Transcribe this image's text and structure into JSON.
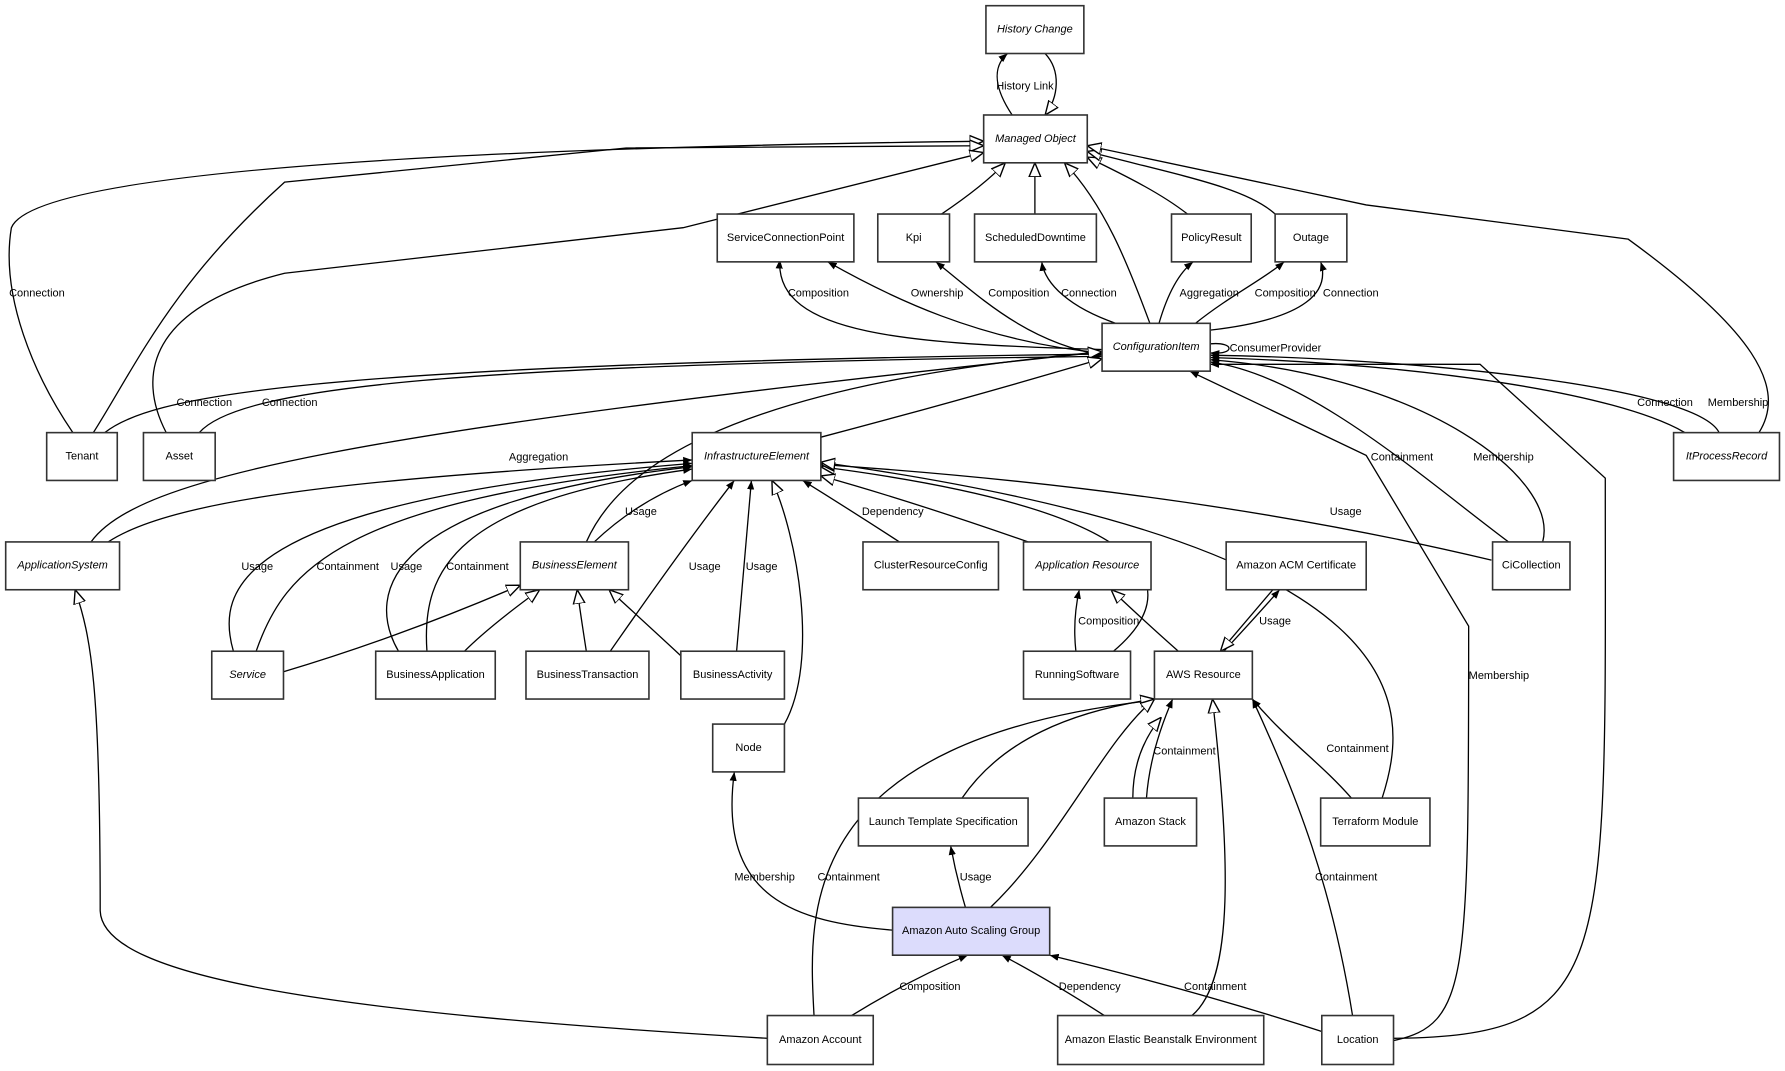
{
  "diagram": {
    "title": "Amazon Auto Scaling Group class relationships",
    "highlight_color": "#dcdcfc",
    "nodes": [
      {
        "id": "history_change",
        "label": "History Change",
        "abstract": true
      },
      {
        "id": "managed_object",
        "label": "Managed Object",
        "abstract": true
      },
      {
        "id": "service_connection_point",
        "label": "ServiceConnectionPoint",
        "abstract": false
      },
      {
        "id": "kpi",
        "label": "Kpi",
        "abstract": false
      },
      {
        "id": "scheduled_downtime",
        "label": "ScheduledDowntime",
        "abstract": false
      },
      {
        "id": "policy_result",
        "label": "PolicyResult",
        "abstract": false
      },
      {
        "id": "outage",
        "label": "Outage",
        "abstract": false
      },
      {
        "id": "configuration_item",
        "label": "ConfigurationItem",
        "abstract": true
      },
      {
        "id": "tenant",
        "label": "Tenant",
        "abstract": false
      },
      {
        "id": "asset",
        "label": "Asset",
        "abstract": false
      },
      {
        "id": "infrastructure_element",
        "label": "InfrastructureElement",
        "abstract": true
      },
      {
        "id": "it_process_record",
        "label": "ItProcessRecord",
        "abstract": true
      },
      {
        "id": "application_system",
        "label": "ApplicationSystem",
        "abstract": true
      },
      {
        "id": "business_element",
        "label": "BusinessElement",
        "abstract": true
      },
      {
        "id": "cluster_resource_config",
        "label": "ClusterResourceConfig",
        "abstract": false
      },
      {
        "id": "application_resource",
        "label": "Application Resource",
        "abstract": true
      },
      {
        "id": "amazon_acm_certificate",
        "label": "Amazon ACM Certificate",
        "abstract": false
      },
      {
        "id": "ci_collection",
        "label": "CiCollection",
        "abstract": false
      },
      {
        "id": "service",
        "label": "Service",
        "abstract": true
      },
      {
        "id": "business_application",
        "label": "BusinessApplication",
        "abstract": false
      },
      {
        "id": "business_transaction",
        "label": "BusinessTransaction",
        "abstract": false
      },
      {
        "id": "business_activity",
        "label": "BusinessActivity",
        "abstract": false
      },
      {
        "id": "running_software",
        "label": "RunningSoftware",
        "abstract": false
      },
      {
        "id": "aws_resource",
        "label": "AWS Resource",
        "abstract": false
      },
      {
        "id": "node",
        "label": "Node",
        "abstract": false
      },
      {
        "id": "launch_template_specification",
        "label": "Launch Template Specification",
        "abstract": false
      },
      {
        "id": "amazon_stack",
        "label": "Amazon Stack",
        "abstract": false
      },
      {
        "id": "terraform_module",
        "label": "Terraform Module",
        "abstract": false
      },
      {
        "id": "amazon_auto_scaling_group",
        "label": "Amazon Auto Scaling Group",
        "abstract": false,
        "highlighted": true
      },
      {
        "id": "amazon_account",
        "label": "Amazon Account",
        "abstract": false
      },
      {
        "id": "amazon_elastic_beanstalk_environment",
        "label": "Amazon Elastic Beanstalk Environment",
        "abstract": false
      },
      {
        "id": "location",
        "label": "Location",
        "abstract": false
      }
    ],
    "edges": [
      {
        "from": "managed_object",
        "to": "history_change",
        "label": "History Link",
        "type": "association"
      },
      {
        "from": "history_change",
        "to": "managed_object",
        "label": "",
        "type": "inheritance"
      },
      {
        "from": "tenant",
        "to": "managed_object",
        "label": "Connection",
        "type": "inheritance"
      },
      {
        "from": "tenant",
        "to": "managed_object",
        "label": "",
        "type": "inheritance"
      },
      {
        "from": "asset",
        "to": "managed_object",
        "label": "",
        "type": "inheritance"
      },
      {
        "from": "kpi",
        "to": "managed_object",
        "label": "",
        "type": "inheritance"
      },
      {
        "from": "scheduled_downtime",
        "to": "managed_object",
        "label": "",
        "type": "inheritance"
      },
      {
        "from": "configuration_item",
        "to": "managed_object",
        "label": "",
        "type": "inheritance"
      },
      {
        "from": "policy_result",
        "to": "managed_object",
        "label": "",
        "type": "inheritance"
      },
      {
        "from": "outage",
        "to": "managed_object",
        "label": "",
        "type": "inheritance"
      },
      {
        "from": "it_process_record",
        "to": "managed_object",
        "label": "",
        "type": "inheritance"
      },
      {
        "from": "configuration_item",
        "to": "service_connection_point",
        "label": "Composition",
        "type": "association"
      },
      {
        "from": "configuration_item",
        "to": "service_connection_point",
        "label": "Ownership",
        "type": "association"
      },
      {
        "from": "configuration_item",
        "to": "kpi",
        "label": "Composition",
        "type": "association"
      },
      {
        "from": "configuration_item",
        "to": "scheduled_downtime",
        "label": "Connection",
        "type": "association"
      },
      {
        "from": "configuration_item",
        "to": "policy_result",
        "label": "Aggregation",
        "type": "association"
      },
      {
        "from": "configuration_item",
        "to": "outage",
        "label": "Composition",
        "type": "association"
      },
      {
        "from": "configuration_item",
        "to": "outage",
        "label": "Connection",
        "type": "association"
      },
      {
        "from": "configuration_item",
        "to": "configuration_item",
        "label": "ConsumerProvider",
        "type": "association"
      },
      {
        "from": "tenant",
        "to": "configuration_item",
        "label": "Connection",
        "type": "association"
      },
      {
        "from": "asset",
        "to": "configuration_item",
        "label": "Connection",
        "type": "association"
      },
      {
        "from": "it_process_record",
        "to": "configuration_item",
        "label": "Connection",
        "type": "association"
      },
      {
        "from": "it_process_record",
        "to": "configuration_item",
        "label": "Membership",
        "type": "association"
      },
      {
        "from": "ci_collection",
        "to": "configuration_item",
        "label": "Containment",
        "type": "association"
      },
      {
        "from": "ci_collection",
        "to": "configuration_item",
        "label": "Membership",
        "type": "association"
      },
      {
        "from": "location",
        "to": "configuration_item",
        "label": "Membership",
        "type": "association"
      },
      {
        "from": "location",
        "to": "configuration_item",
        "label": "",
        "type": "association"
      },
      {
        "from": "application_system",
        "to": "configuration_item",
        "label": "",
        "type": "inheritance"
      },
      {
        "from": "business_element",
        "to": "configuration_item",
        "label": "",
        "type": "inheritance"
      },
      {
        "from": "infrastructure_element",
        "to": "configuration_item",
        "label": "",
        "type": "inheritance"
      },
      {
        "from": "application_system",
        "to": "infrastructure_element",
        "label": "Aggregation",
        "type": "association"
      },
      {
        "from": "service",
        "to": "infrastructure_element",
        "label": "Usage",
        "type": "association"
      },
      {
        "from": "service",
        "to": "infrastructure_element",
        "label": "Containment",
        "type": "association"
      },
      {
        "from": "business_application",
        "to": "infrastructure_element",
        "label": "Usage",
        "type": "association"
      },
      {
        "from": "business_application",
        "to": "infrastructure_element",
        "label": "Containment",
        "type": "association"
      },
      {
        "from": "business_element",
        "to": "infrastructure_element",
        "label": "Usage",
        "type": "association"
      },
      {
        "from": "business_transaction",
        "to": "infrastructure_element",
        "label": "Usage",
        "type": "association"
      },
      {
        "from": "business_activity",
        "to": "infrastructure_element",
        "label": "Usage",
        "type": "association"
      },
      {
        "from": "node",
        "to": "infrastructure_element",
        "label": "",
        "type": "inheritance"
      },
      {
        "from": "cluster_resource_config",
        "to": "infrastructure_element",
        "label": "Dependency",
        "type": "association"
      },
      {
        "from": "application_resource",
        "to": "infrastructure_element",
        "label": "",
        "type": "inheritance"
      },
      {
        "from": "running_software",
        "to": "infrastructure_element",
        "label": "",
        "type": "inheritance"
      },
      {
        "from": "ci_collection",
        "to": "infrastructure_element",
        "label": "Usage",
        "type": "inheritance"
      },
      {
        "from": "terraform_module",
        "to": "infrastructure_element",
        "label": "",
        "type": "inheritance"
      },
      {
        "from": "service",
        "to": "business_element",
        "label": "",
        "type": "inheritance"
      },
      {
        "from": "business_application",
        "to": "business_element",
        "label": "",
        "type": "inheritance"
      },
      {
        "from": "business_transaction",
        "to": "business_element",
        "label": "",
        "type": "inheritance"
      },
      {
        "from": "business_activity",
        "to": "business_element",
        "label": "",
        "type": "inheritance"
      },
      {
        "from": "running_software",
        "to": "application_resource",
        "label": "Composition",
        "type": "association"
      },
      {
        "from": "aws_resource",
        "to": "application_resource",
        "label": "",
        "type": "inheritance"
      },
      {
        "from": "aws_resource",
        "to": "amazon_acm_certificate",
        "label": "Usage",
        "type": "association"
      },
      {
        "from": "amazon_acm_certificate",
        "to": "aws_resource",
        "label": "",
        "type": "inheritance"
      },
      {
        "from": "amazon_account",
        "to": "aws_resource",
        "label": "Containment",
        "type": "association"
      },
      {
        "from": "launch_template_specification",
        "to": "aws_resource",
        "label": "",
        "type": "inheritance"
      },
      {
        "from": "amazon_auto_scaling_group",
        "to": "aws_resource",
        "label": "",
        "type": "inheritance"
      },
      {
        "from": "amazon_stack",
        "to": "aws_resource",
        "label": "",
        "type": "inheritance"
      },
      {
        "from": "amazon_stack",
        "to": "aws_resource",
        "label": "Containment",
        "type": "association"
      },
      {
        "from": "amazon_elastic_beanstalk_environment",
        "to": "aws_resource",
        "label": "",
        "type": "inheritance"
      },
      {
        "from": "terraform_module",
        "to": "aws_resource",
        "label": "Containment",
        "type": "association"
      },
      {
        "from": "location",
        "to": "aws_resource",
        "label": "Containment",
        "type": "association"
      },
      {
        "from": "amazon_auto_scaling_group",
        "to": "node",
        "label": "Membership",
        "type": "association"
      },
      {
        "from": "amazon_auto_scaling_group",
        "to": "launch_template_specification",
        "label": "Usage",
        "type": "association"
      },
      {
        "from": "amazon_account",
        "to": "amazon_auto_scaling_group",
        "label": "Composition",
        "type": "association"
      },
      {
        "from": "amazon_elastic_beanstalk_environment",
        "to": "amazon_auto_scaling_group",
        "label": "Dependency",
        "type": "association"
      },
      {
        "from": "location",
        "to": "amazon_auto_scaling_group",
        "label": "Containment",
        "type": "association"
      },
      {
        "from": "amazon_account",
        "to": "application_system",
        "label": "",
        "type": "inheritance"
      }
    ]
  }
}
